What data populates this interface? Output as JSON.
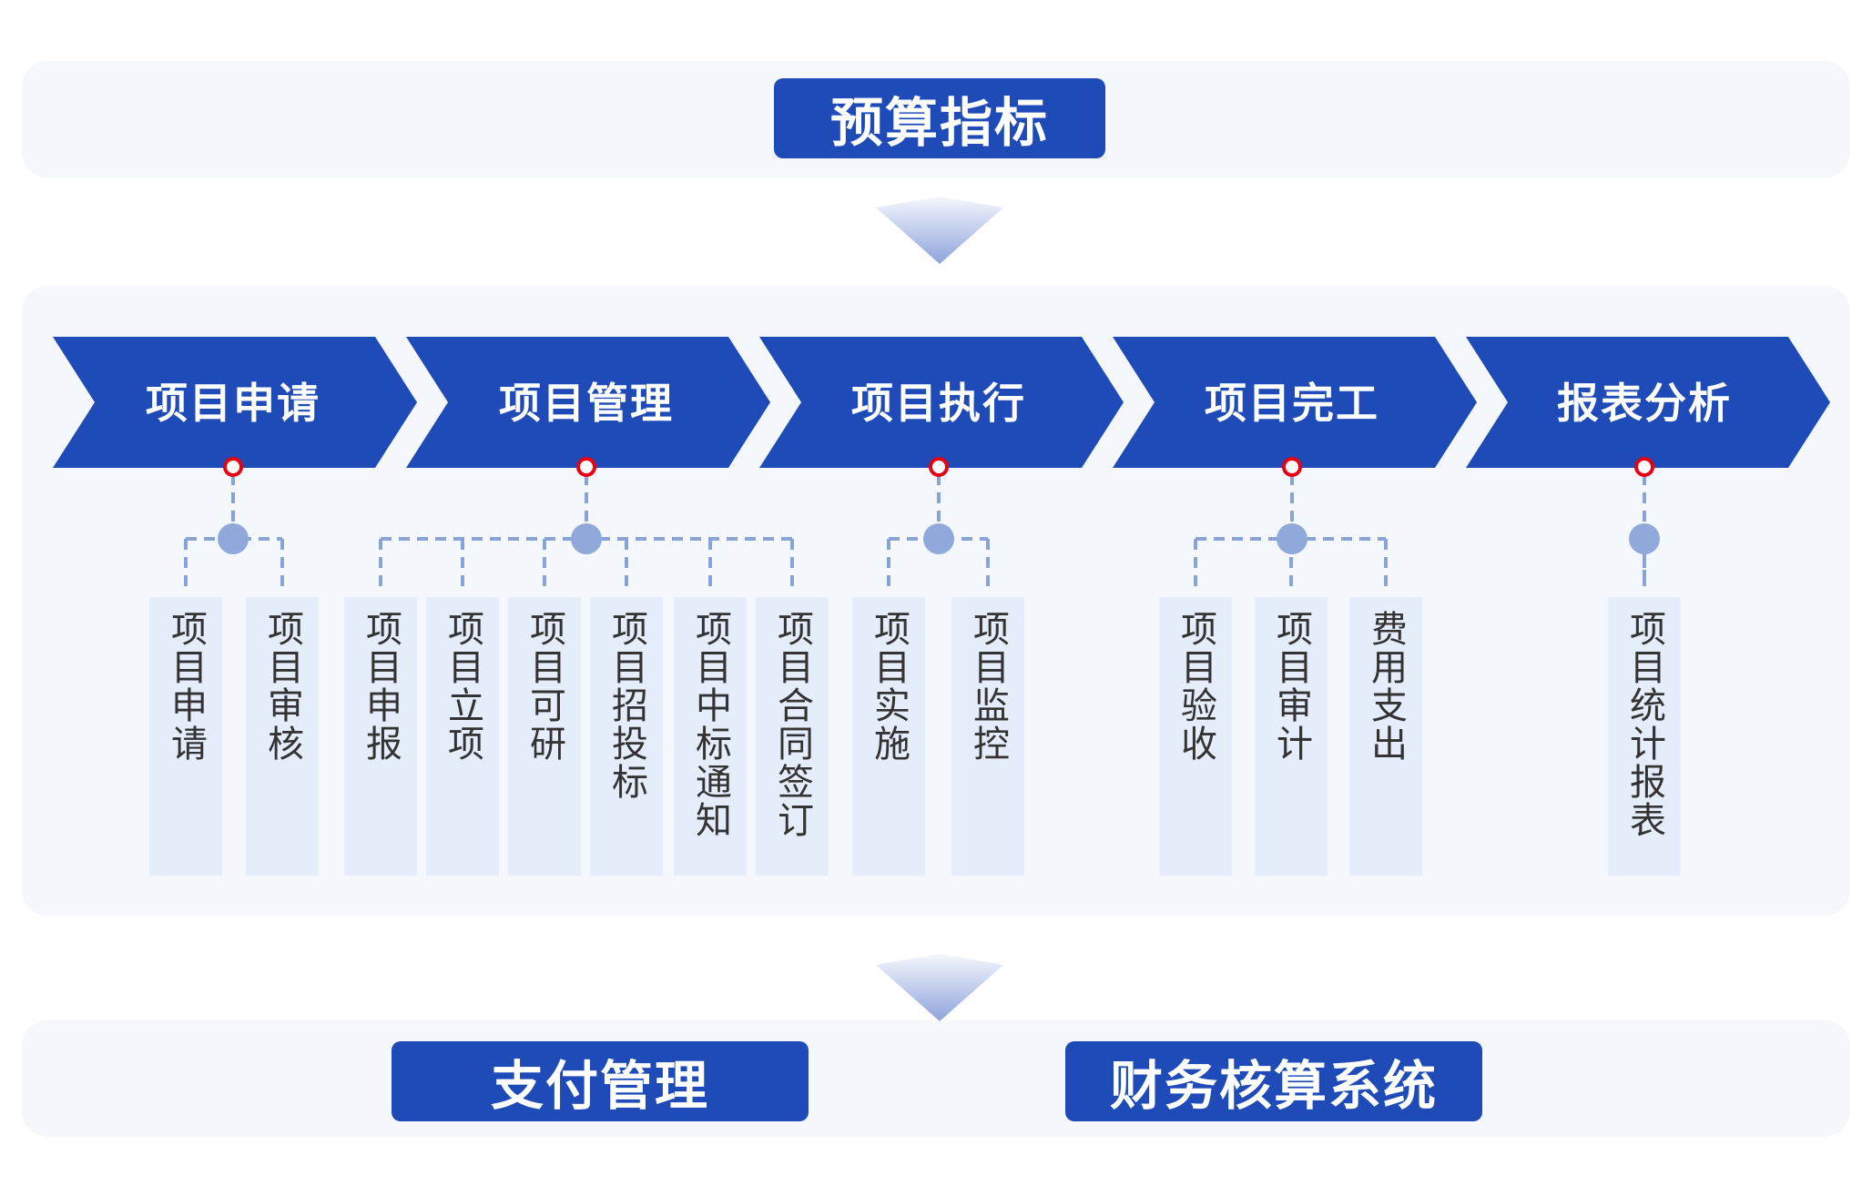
{
  "budget": {
    "label": "预算指标"
  },
  "stages": [
    {
      "label": "项目申请",
      "children": [
        "项目申请",
        "项目审核"
      ]
    },
    {
      "label": "项目管理",
      "children": [
        "项目申报",
        "项目立项",
        "项目可研",
        "项目招投标",
        "项目中标通知",
        "项目合同签订"
      ]
    },
    {
      "label": "项目执行",
      "children": [
        "项目实施",
        "项目监控"
      ]
    },
    {
      "label": "项目完工",
      "children": [
        "项目验收",
        "项目审计",
        "费用支出"
      ]
    },
    {
      "label": "报表分析",
      "children": [
        "项目统计报表"
      ]
    }
  ],
  "bottom": {
    "payment_label": "支付管理",
    "finance_label": "财务核算系统"
  },
  "colors": {
    "primary": "#1f4bb8",
    "panel": "#f4f7fc",
    "sub_box": "#e5edfb",
    "connector": "#8aa3d6",
    "node": "#90a9db",
    "marker": "#e60012"
  }
}
